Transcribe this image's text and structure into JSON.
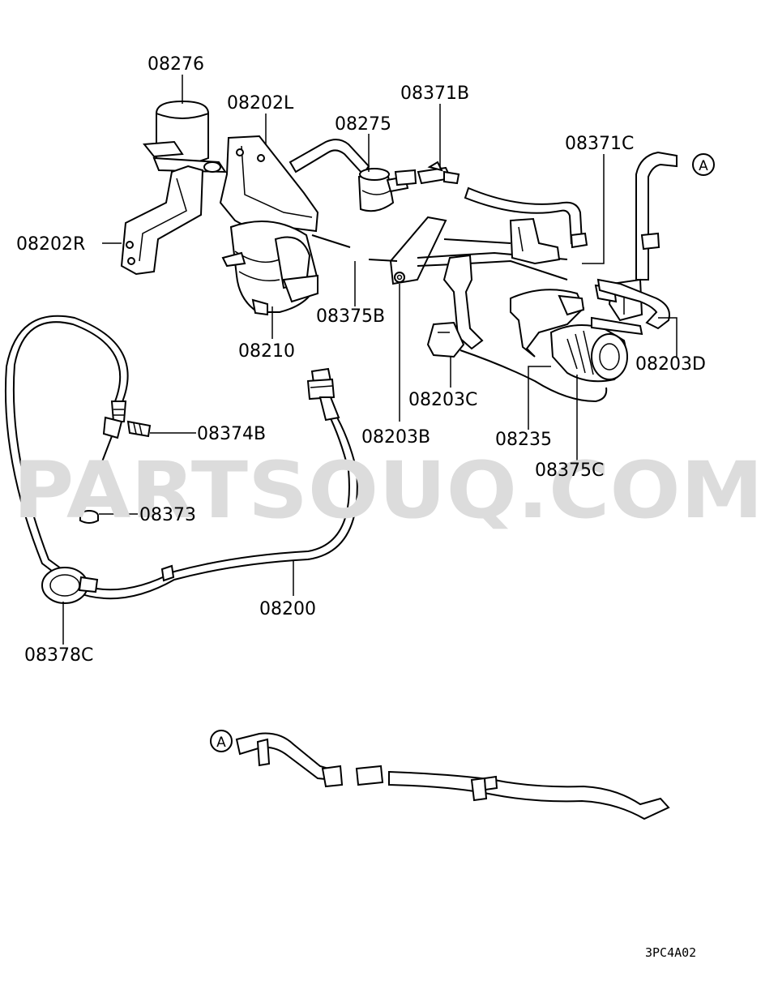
{
  "watermark": "PARTSOUQ.COM",
  "drawing_ref": "3PC4A02",
  "callout_a_top": "A",
  "callout_a_bottom": "A",
  "parts": [
    {
      "id": "p08276",
      "label": "08276"
    },
    {
      "id": "p08202L",
      "label": "08202L"
    },
    {
      "id": "p08275",
      "label": "08275"
    },
    {
      "id": "p08371B",
      "label": "08371B"
    },
    {
      "id": "p08371C",
      "label": "08371C"
    },
    {
      "id": "p08202R",
      "label": "08202R"
    },
    {
      "id": "p08375B",
      "label": "08375B"
    },
    {
      "id": "p08210",
      "label": "08210"
    },
    {
      "id": "p08203D",
      "label": "08203D"
    },
    {
      "id": "p08203C",
      "label": "08203C"
    },
    {
      "id": "p08374B",
      "label": "08374B"
    },
    {
      "id": "p08203B",
      "label": "08203B"
    },
    {
      "id": "p08235",
      "label": "08235"
    },
    {
      "id": "p08375C",
      "label": "08375C"
    },
    {
      "id": "p08373",
      "label": "08373"
    },
    {
      "id": "p08200",
      "label": "08200"
    },
    {
      "id": "p08378C",
      "label": "08378C"
    }
  ]
}
